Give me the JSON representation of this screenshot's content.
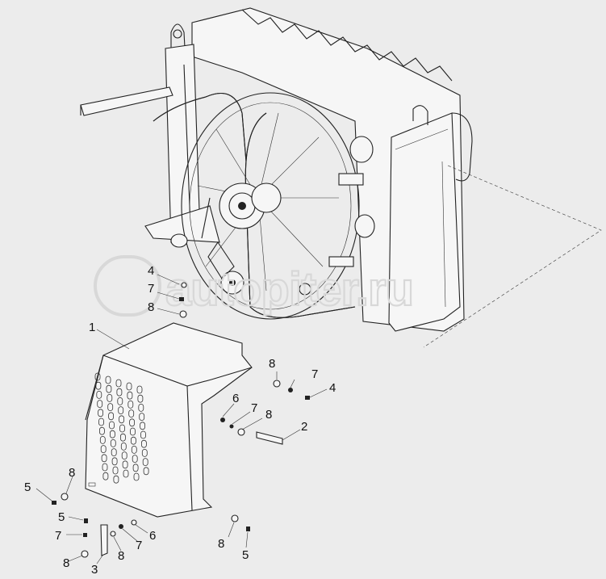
{
  "watermark": {
    "text": "autopiter.ru"
  },
  "callouts": [
    {
      "id": "c4a",
      "label": "4"
    },
    {
      "id": "c7a",
      "label": "7"
    },
    {
      "id": "c8a",
      "label": "8"
    },
    {
      "id": "c1",
      "label": "1"
    },
    {
      "id": "c8b",
      "label": "8"
    },
    {
      "id": "c7b",
      "label": "7"
    },
    {
      "id": "c4b",
      "label": "4"
    },
    {
      "id": "c6a",
      "label": "6"
    },
    {
      "id": "c7c",
      "label": "7"
    },
    {
      "id": "c8c",
      "label": "8"
    },
    {
      "id": "c2",
      "label": "2"
    },
    {
      "id": "c5a",
      "label": "5"
    },
    {
      "id": "c8d",
      "label": "8"
    },
    {
      "id": "c5b",
      "label": "5"
    },
    {
      "id": "c7d",
      "label": "7"
    },
    {
      "id": "c8e",
      "label": "8"
    },
    {
      "id": "c6b",
      "label": "6"
    },
    {
      "id": "c7e",
      "label": "7"
    },
    {
      "id": "c8f",
      "label": "8"
    },
    {
      "id": "c3",
      "label": "3"
    },
    {
      "id": "c8g",
      "label": "8"
    },
    {
      "id": "c5c",
      "label": "5"
    }
  ]
}
